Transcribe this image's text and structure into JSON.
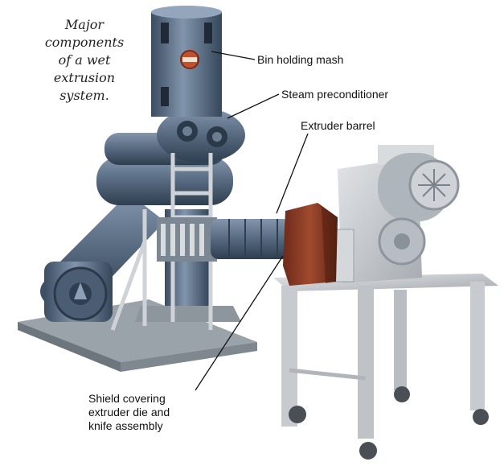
{
  "caption": {
    "lines": [
      "Major",
      "components",
      "of a wet",
      "extrusion",
      "system."
    ]
  },
  "labels": {
    "bin": "Bin holding mash",
    "steam": "Steam preconditioner",
    "barrel": "Extruder barrel",
    "shield_lines": [
      "Shield covering",
      "extruder die and",
      "knife assembly"
    ]
  },
  "colors": {
    "machine_blue": "#5a6e86",
    "machine_dark": "#34465a",
    "frame_gray": "#c9ccd0",
    "shield_red": "#8a3a25",
    "motor_gray": "#a9b0b6"
  }
}
